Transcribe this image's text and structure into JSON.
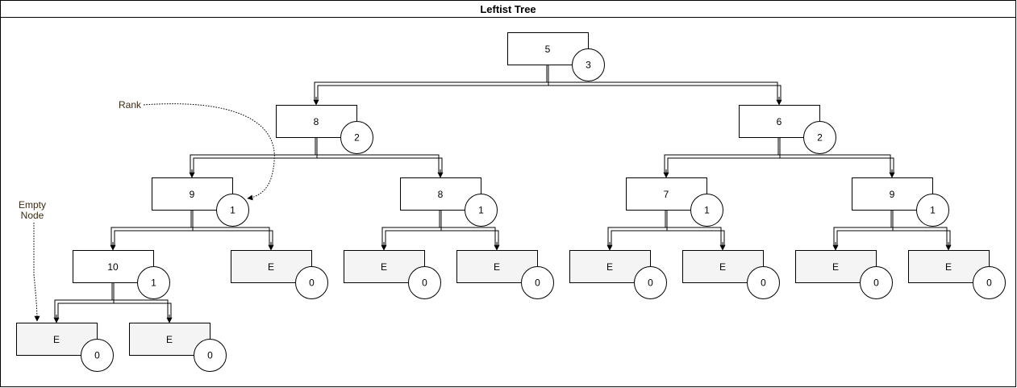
{
  "title": "Leftist Tree",
  "colors": {
    "node_fill": "#ffffff",
    "empty_fill": "#f4f4f4",
    "stroke": "#000000"
  },
  "nodes": [
    {
      "id": "n1",
      "label": "5",
      "rank": "3",
      "empty": false
    },
    {
      "id": "n2",
      "label": "8",
      "rank": "2",
      "empty": false
    },
    {
      "id": "n3",
      "label": "6",
      "rank": "2",
      "empty": false
    },
    {
      "id": "n4",
      "label": "9",
      "rank": "1",
      "empty": false
    },
    {
      "id": "n5",
      "label": "8",
      "rank": "1",
      "empty": false
    },
    {
      "id": "n6",
      "label": "7",
      "rank": "1",
      "empty": false
    },
    {
      "id": "n7",
      "label": "9",
      "rank": "1",
      "empty": false
    },
    {
      "id": "n8",
      "label": "10",
      "rank": "1",
      "empty": false
    },
    {
      "id": "e1",
      "label": "E",
      "rank": "0",
      "empty": true
    },
    {
      "id": "e2",
      "label": "E",
      "rank": "0",
      "empty": true
    },
    {
      "id": "e3",
      "label": "E",
      "rank": "0",
      "empty": true
    },
    {
      "id": "e4",
      "label": "E",
      "rank": "0",
      "empty": true
    },
    {
      "id": "e5",
      "label": "E",
      "rank": "0",
      "empty": true
    },
    {
      "id": "e6",
      "label": "E",
      "rank": "0",
      "empty": true
    },
    {
      "id": "e7",
      "label": "E",
      "rank": "0",
      "empty": true
    },
    {
      "id": "e8",
      "label": "E",
      "rank": "0",
      "empty": true
    },
    {
      "id": "e9",
      "label": "E",
      "rank": "0",
      "empty": true
    }
  ],
  "edges": [
    {
      "from": "n1",
      "to": "n2"
    },
    {
      "from": "n1",
      "to": "n3"
    },
    {
      "from": "n2",
      "to": "n4"
    },
    {
      "from": "n2",
      "to": "n5"
    },
    {
      "from": "n3",
      "to": "n6"
    },
    {
      "from": "n3",
      "to": "n7"
    },
    {
      "from": "n4",
      "to": "n8"
    },
    {
      "from": "n4",
      "to": "e1"
    },
    {
      "from": "n5",
      "to": "e2"
    },
    {
      "from": "n5",
      "to": "e3"
    },
    {
      "from": "n6",
      "to": "e4"
    },
    {
      "from": "n6",
      "to": "e5"
    },
    {
      "from": "n7",
      "to": "e6"
    },
    {
      "from": "n7",
      "to": "e7"
    },
    {
      "from": "n8",
      "to": "e8"
    },
    {
      "from": "n8",
      "to": "e9"
    }
  ],
  "annotations": [
    {
      "id": "rank-note",
      "lines": [
        "Rank"
      ],
      "target": "n4"
    },
    {
      "id": "empty-note",
      "lines": [
        "Empty",
        "Node"
      ],
      "target": "e8"
    }
  ]
}
